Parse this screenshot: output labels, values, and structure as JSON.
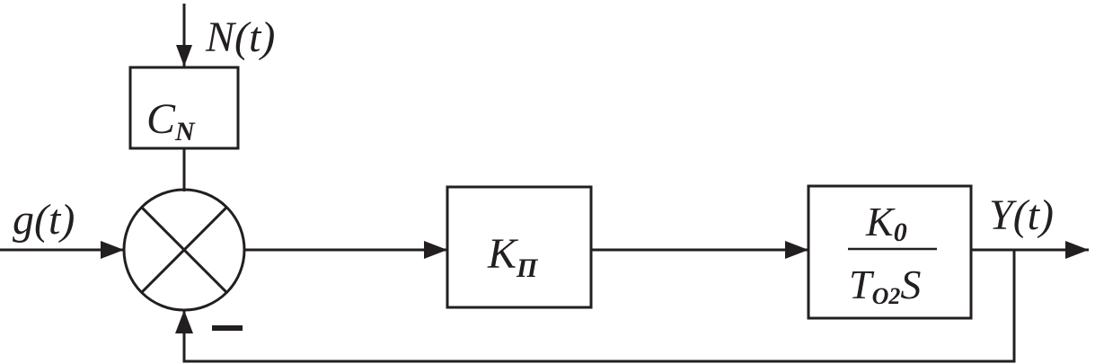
{
  "inputs": {
    "reference_signal": "g(t)",
    "disturbance_signal": "N(t)"
  },
  "output_signal": "Y(t)",
  "blocks": {
    "disturbance_gain": {
      "main": "C",
      "sub": "N"
    },
    "controller_gain": {
      "main": "K",
      "sub": "П"
    },
    "plant": {
      "numerator": {
        "main": "K",
        "sub": "0"
      },
      "denominator": {
        "main": "T",
        "sub": "O2",
        "tail": "S"
      }
    }
  },
  "summing_junction": {
    "feedback_sign": "minus"
  },
  "colors": {
    "stroke": "#231f20",
    "background": "#ffffff"
  }
}
